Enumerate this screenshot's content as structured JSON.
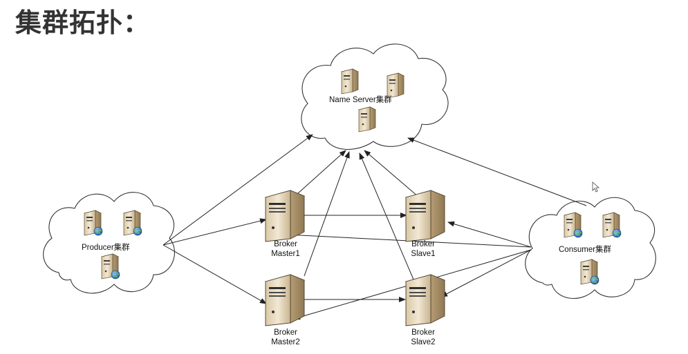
{
  "title": "集群拓扑：",
  "nameserver": {
    "label": "Name Server集群"
  },
  "producer": {
    "label": "Producer集群"
  },
  "consumer": {
    "label": "Consumer集群"
  },
  "brokers": {
    "master1": {
      "line1": "Broker",
      "line2": "Master1"
    },
    "slave1": {
      "line1": "Broker",
      "line2": "Slave1"
    },
    "master2": {
      "line1": "Broker",
      "line2": "Master2"
    },
    "slave2": {
      "line1": "Broker",
      "line2": "Slave2"
    }
  },
  "colors": {
    "server_body": "#e9dcc4",
    "server_dark": "#c7b08a",
    "globe": "#2f6fb8",
    "title": "#333333"
  },
  "icons": {
    "server": "server-icon",
    "globe": "globe-icon",
    "cursor": "mouse-cursor-icon"
  }
}
